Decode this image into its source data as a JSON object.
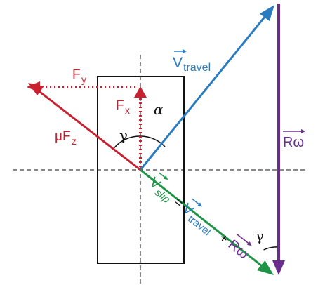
{
  "colors": {
    "red": "#c8202f",
    "blue": "#2a7cc0",
    "green": "#1f9447",
    "purple": "#6a2d8e",
    "black": "#111111"
  },
  "labels": {
    "v_travel": {
      "base": "V",
      "sub": "travel"
    },
    "r_omega": "Rω",
    "f_y": {
      "base": "F",
      "sub": "y"
    },
    "f_x": {
      "base": "F",
      "sub": "x"
    },
    "mu_f_z": {
      "base": "μF",
      "sub": "z"
    },
    "gamma_top": "γ",
    "gamma_bottom": "γ",
    "alpha": "α",
    "v_slip": {
      "base": "V",
      "sub": "slip"
    },
    "equals": "=",
    "v_travel_2": {
      "base": "V",
      "sub": "travel"
    },
    "plus": "+",
    "r_omega_2": "Rω"
  },
  "icons": {
    "arrowhead": "triangle-arrowhead",
    "vector_bar": "overline-arrow"
  }
}
